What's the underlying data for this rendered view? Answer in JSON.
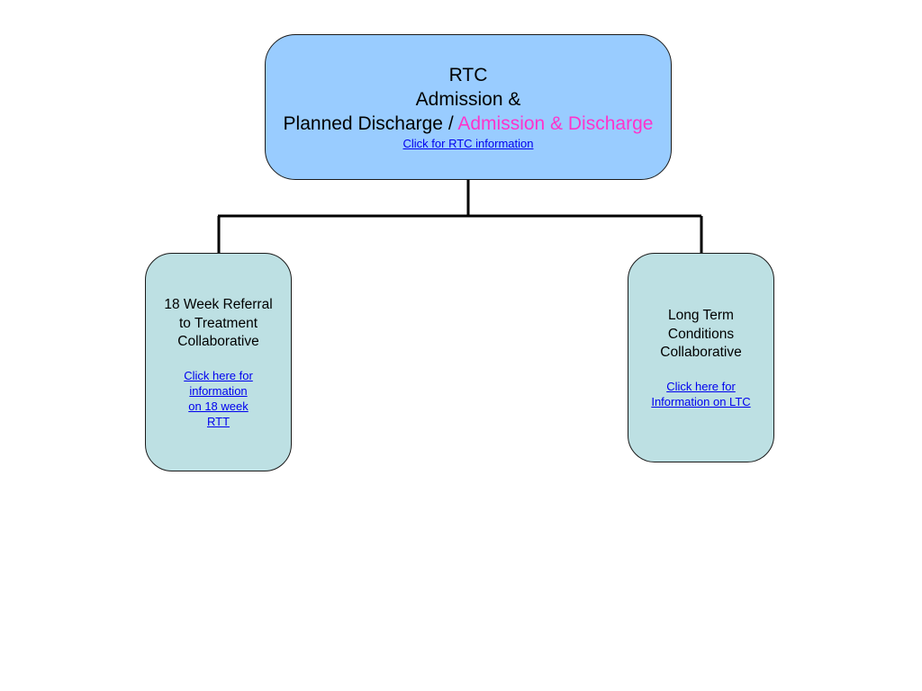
{
  "top_box": {
    "line1": "RTC",
    "line2": "Admission &",
    "line3_main": "Planned Discharge / ",
    "line3_accent": "Admission & Discharge",
    "link": "Click for RTC information"
  },
  "left_box": {
    "lines": [
      "18 Week Referral",
      "to Treatment",
      "Collaborative"
    ],
    "link_lines": [
      "Click here for",
      "information",
      "on 18 week",
      "RTT"
    ]
  },
  "right_box": {
    "lines": [
      "Long Term",
      "Conditions",
      "Collaborative"
    ],
    "link_lines": [
      "Click here for",
      "Information on LTC"
    ]
  },
  "colors": {
    "top_fill": "#99ccff",
    "child_fill": "#bde0e3",
    "accent": "#ff33cc",
    "link": "#0000ee"
  }
}
